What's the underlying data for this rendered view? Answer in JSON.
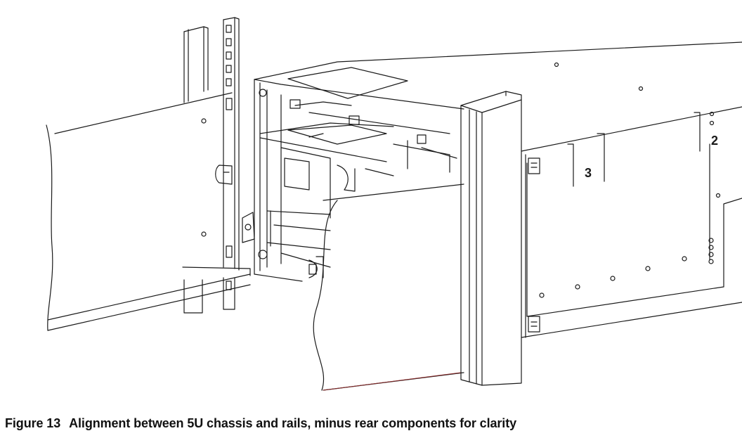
{
  "figure": {
    "number_label": "Figure 13",
    "caption": "Alignment between 5U chassis and rails, minus rear components for clarity",
    "callouts": [
      "2",
      "3"
    ],
    "colors": {
      "line": "#1a1a1a",
      "accent_line": "#8b2a2a",
      "background": "#ffffff"
    }
  }
}
